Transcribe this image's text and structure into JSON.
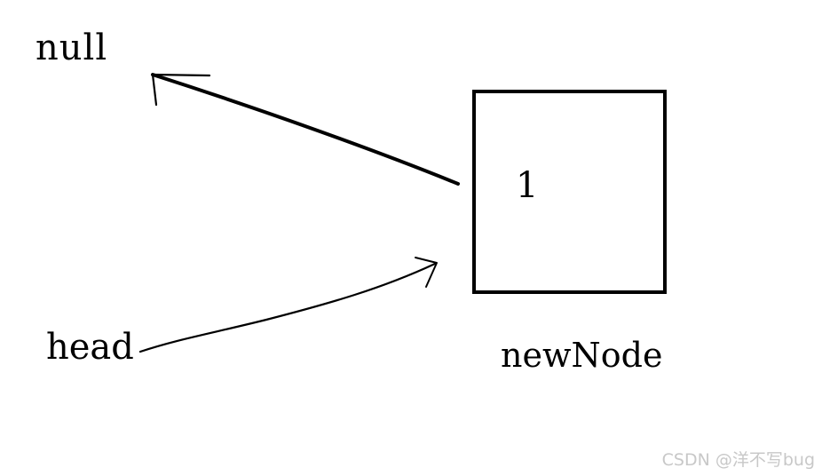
{
  "diagram": {
    "null_label": "null",
    "head_label": "head",
    "node_label": "newNode",
    "node_value": "1",
    "stroke_color": "#000000"
  },
  "watermark": {
    "text": "CSDN @洋不写bug",
    "color": "#c8c8c8"
  }
}
